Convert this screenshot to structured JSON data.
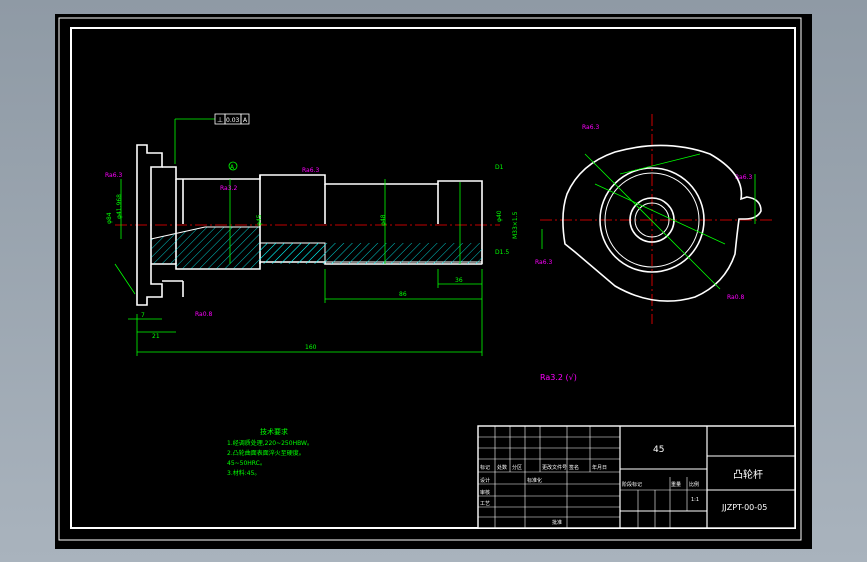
{
  "colors": {
    "background": "#000000",
    "outline": "#ffffff",
    "dimension": "#00ff00",
    "center": "#ff0000",
    "hatch": "#00ffff",
    "annotation": "#ff00ff",
    "text": "#ffffff",
    "frame_bg": "#8f9aa5"
  },
  "drawing": {
    "roughness_general": "Ra3.2 (√)",
    "datum_label": "A",
    "tolerance_frame": [
      "⊥",
      "0.03",
      "A"
    ],
    "diameters_left": [
      "φ84",
      "φ41.968",
      "φ45"
    ],
    "diameters_mid": [
      "φ48",
      "φ40",
      "M33×1.5"
    ],
    "lengths": [
      "160",
      "86",
      "36",
      "21",
      "7"
    ],
    "chamfer_labels": [
      "D1",
      "D1.5"
    ],
    "roughness_marks": [
      "Ra6.3",
      "Ra3.2",
      "Ra6.3",
      "Ra0.8",
      "Ra6.3",
      "Ra6.3",
      "Ra6.3",
      "Ra0.8"
    ]
  },
  "tech_requirements": {
    "title": "技术要求",
    "lines": [
      "1.经调质处理,220~250HBW。",
      "2.凸轮曲面表面淬火至硬度。",
      "45~50HRC。",
      "3.材料:45。"
    ]
  },
  "title_block": {
    "material": "45",
    "part_name": "凸轮杆",
    "drawing_no": "JJZPT-00-05",
    "rows": [
      "标记",
      "处数",
      "分区",
      "更改文件号",
      "签名",
      "年月日"
    ],
    "labels": [
      "设计",
      "标准化",
      "审核",
      "工艺",
      "批准",
      "阶段标记",
      "重量",
      "比例"
    ],
    "scale": "1:1"
  }
}
